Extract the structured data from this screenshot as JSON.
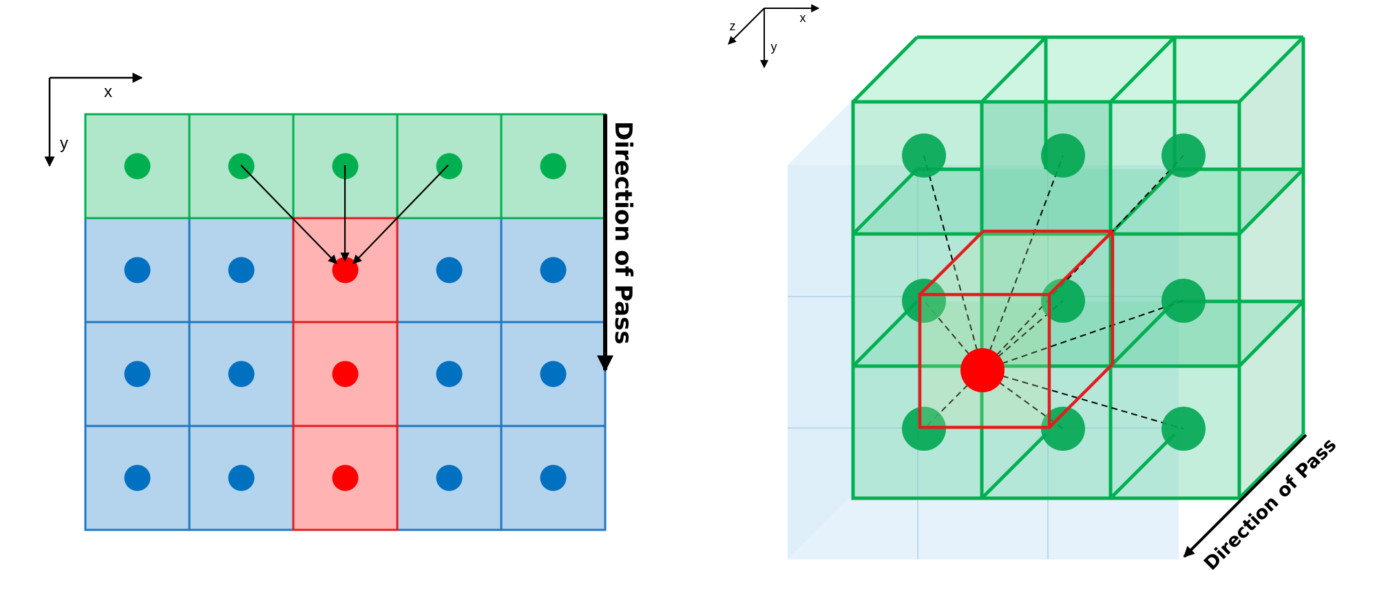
{
  "left_panel": {
    "axis_x_label": "x",
    "axis_y_label": "y",
    "pass_label": "Direction of Pass",
    "colors": {
      "source_fill": "#b0e6c9",
      "source_stroke": "#00b050",
      "source_dot": "#00b050",
      "grid_fill": "#b4d3ec",
      "grid_stroke": "#1f77c4",
      "grid_dot": "#0070c0",
      "target_fill": "#ffb3b3",
      "target_stroke": "#e41c1c",
      "target_dot": "#ff0000"
    }
  },
  "right_panel": {
    "axis_x_label": "x",
    "axis_y_label": "y",
    "axis_z_label": "z",
    "pass_label": "Direction of Pass",
    "colors": {
      "layer_fill": "#7ad9b0",
      "layer_stroke": "#00b050",
      "back_fill": "#cfe6f7",
      "node": "#00a651",
      "target_node": "#ff0000",
      "target_cube": "#e41c1c"
    }
  }
}
